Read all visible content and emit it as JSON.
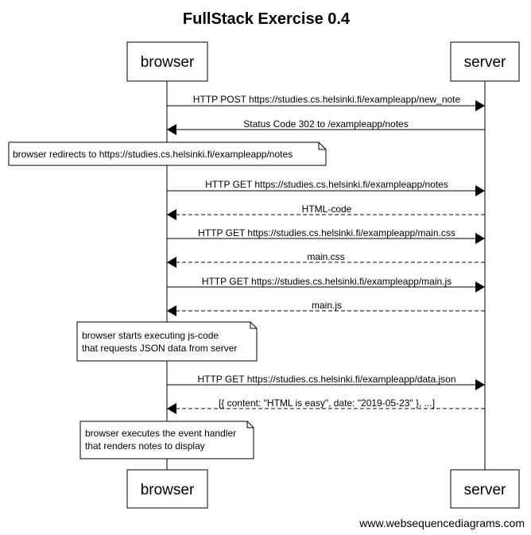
{
  "title": "FullStack Exercise 0.4",
  "participants": [
    "browser",
    "server"
  ],
  "messages": [
    {
      "from": 0,
      "to": 1,
      "style": "solid",
      "label": "HTTP POST https://studies.cs.helsinki.fi/exampleapp/new_note"
    },
    {
      "from": 1,
      "to": 0,
      "style": "solid",
      "label": "Status Code 302 to /exampleapp/notes"
    },
    {
      "from": 0,
      "to": 1,
      "style": "solid",
      "label": "HTTP GET https://studies.cs.helsinki.fi/exampleapp/notes"
    },
    {
      "from": 1,
      "to": 0,
      "style": "dashed",
      "label": "HTML-code"
    },
    {
      "from": 0,
      "to": 1,
      "style": "solid",
      "label": "HTTP GET https://studies.cs.helsinki.fi/exampleapp/main.css"
    },
    {
      "from": 1,
      "to": 0,
      "style": "dashed",
      "label": "main.css"
    },
    {
      "from": 0,
      "to": 1,
      "style": "solid",
      "label": "HTTP GET https://studies.cs.helsinki.fi/exampleapp/main.js"
    },
    {
      "from": 1,
      "to": 0,
      "style": "dashed",
      "label": "main.js"
    },
    {
      "from": 0,
      "to": 1,
      "style": "solid",
      "label": "HTTP GET https://studies.cs.helsinki.fi/exampleapp/data.json"
    },
    {
      "from": 1,
      "to": 0,
      "style": "dashed",
      "label": "[{ content: \"HTML is easy\", date: \"2019-05-23\" }, ...]"
    }
  ],
  "notes": [
    {
      "lines": [
        "browser redirects to https://studies.cs.helsinki.fi/exampleapp/notes"
      ]
    },
    {
      "lines": [
        "browser starts executing js-code",
        "that requests JSON data from server"
      ]
    },
    {
      "lines": [
        "browser executes the event handler",
        "that renders notes to display"
      ]
    }
  ],
  "footer": "www.websequencediagrams.com"
}
